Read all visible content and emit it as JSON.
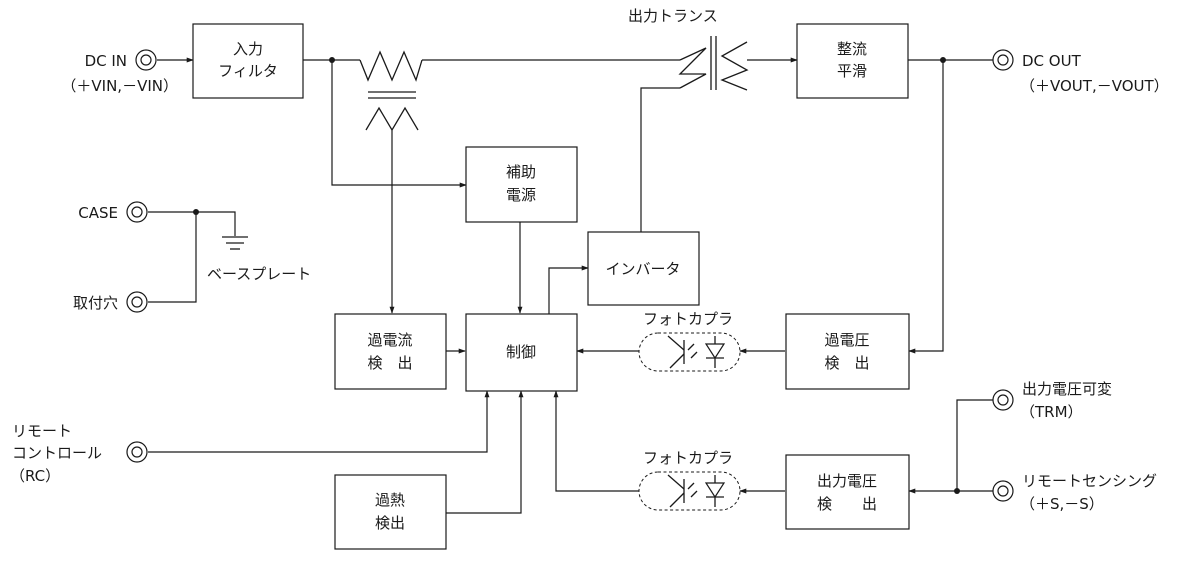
{
  "terminals": {
    "dc_in": "DC IN",
    "dc_in_sub": "（＋VIN,－VIN）",
    "dc_out": "DC OUT",
    "dc_out_sub": "（＋VOUT,－VOUT）",
    "case": "CASE",
    "mount_hole": "取付穴",
    "remote_control_1": "リモート",
    "remote_control_2": "コントロール",
    "remote_control_sub": "（RC）",
    "trim_1": "出力電圧可変",
    "trim_sub": "（TRM）",
    "sense_1": "リモートセンシング",
    "sense_sub": "（＋S,－S）"
  },
  "labels": {
    "base_plate": "ベースプレート",
    "output_transformer": "出力トランス",
    "photocoupler_top": "フォトカプラ",
    "photocoupler_bottom": "フォトカプラ"
  },
  "blocks": {
    "input_filter_1": "入力",
    "input_filter_2": "フィルタ",
    "rectifier_1": "整流",
    "rectifier_2": "平滑",
    "aux_power_1": "補助",
    "aux_power_2": "電源",
    "inverter": "インバータ",
    "control": "制御",
    "ocp_1": "過電流",
    "ocp_2": "検　出",
    "ovp_1": "過電圧",
    "ovp_2": "検　出",
    "otp_1": "過熱",
    "otp_2": "検出",
    "vdet_1": "出力電圧",
    "vdet_2": "検　　出"
  }
}
